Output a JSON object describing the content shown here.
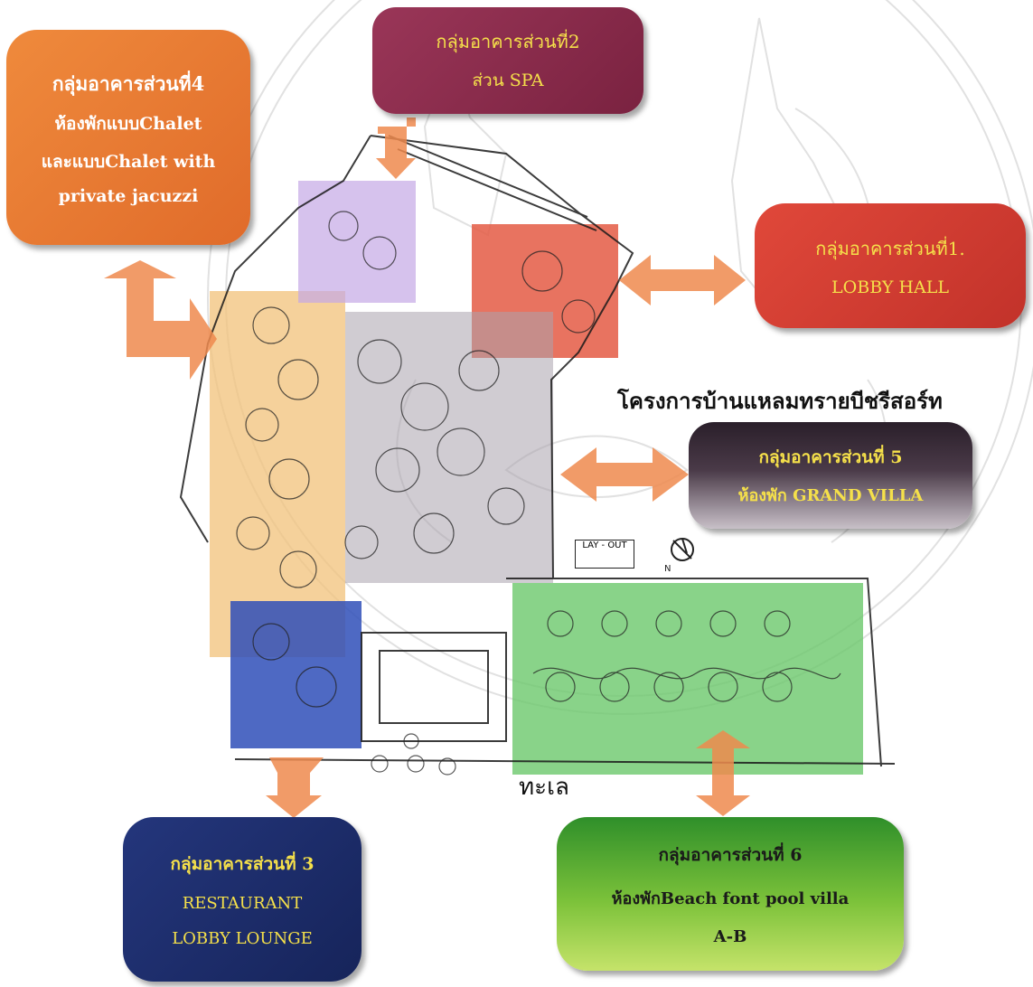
{
  "project_title": "โครงการบ้านแหลมทรายบีชรีสอร์ท",
  "sea_label": "ทะเล",
  "layout_tag": "LAY - OUT",
  "north_label": "N",
  "colors": {
    "group1": "#d9423a",
    "group2": "#8e2c4c",
    "group3": "#1f2f73",
    "group4": "#e6772c",
    "group5": "#3a2f3a",
    "group6": "#7cc23a",
    "arrow": "#ef8a4e",
    "text_yellow": "#f5e04a"
  },
  "groups": [
    {
      "id": "group4",
      "lines": [
        "กลุ่มอาคารส่วนที่4",
        "ห้องพักแบบChalet",
        "และแบบChalet with",
        "private  jacuzzi"
      ]
    },
    {
      "id": "group2",
      "lines": [
        "กลุ่มอาคารส่วนที่2",
        "ส่วน SPA"
      ]
    },
    {
      "id": "group1",
      "lines": [
        "กลุ่มอาคารส่วนที่1.",
        "LOBBY   HALL"
      ]
    },
    {
      "id": "group5",
      "lines": [
        "กลุ่มอาคารส่วนที่ 5",
        "ห้องพัก GRAND VILLA"
      ]
    },
    {
      "id": "group3",
      "lines": [
        "กลุ่มอาคารส่วนที่ 3",
        "RESTAURANT",
        "LOBBY LOUNGE"
      ]
    },
    {
      "id": "group6",
      "lines": [
        "กลุ่มอาคารส่วนที่ 6",
        "ห้องพักBeach font pool villa",
        "A-B"
      ]
    }
  ]
}
